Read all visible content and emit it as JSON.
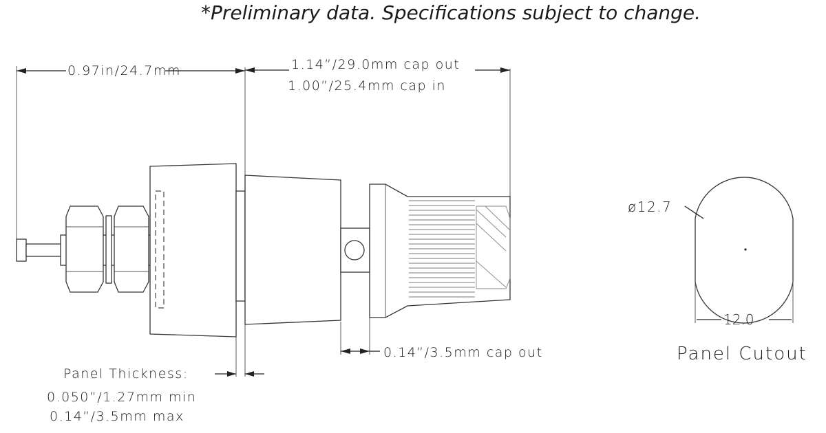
{
  "note": "*Preliminary data. Specifications subject to change.",
  "dimensions": {
    "overall_rear": "0.97in/24.7mm",
    "front_cap_out": "1.14”/29.0mm cap out",
    "front_cap_in": "1.00”/25.4mm cap in",
    "cap_travel": "0.14”/3.5mm cap out"
  },
  "panel_thickness": {
    "label": "Panel Thickness:",
    "min": "0.050”/1.27mm min",
    "max": "0.14”/3.5mm max"
  },
  "panel_cutout": {
    "diameter_label": "ø12.7",
    "flat_width_label": "12.0",
    "title": "Panel Cutout"
  },
  "colors": {
    "line": "#222222",
    "background": "#ffffff"
  }
}
